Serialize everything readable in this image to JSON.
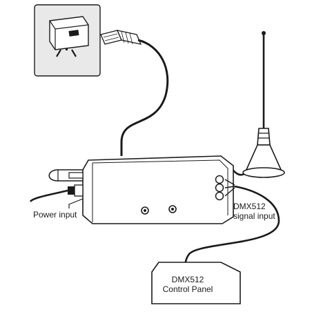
{
  "labels": {
    "power_input": "Power input",
    "dmx_signal_line1": "DMX512",
    "dmx_signal_line2": "signal input",
    "panel_line1": "DMX512",
    "panel_line2": "Control Panel"
  },
  "colors": {
    "line": "#1a1a1a",
    "wall_plate": "#e9e9e9",
    "background": "#ffffff"
  }
}
